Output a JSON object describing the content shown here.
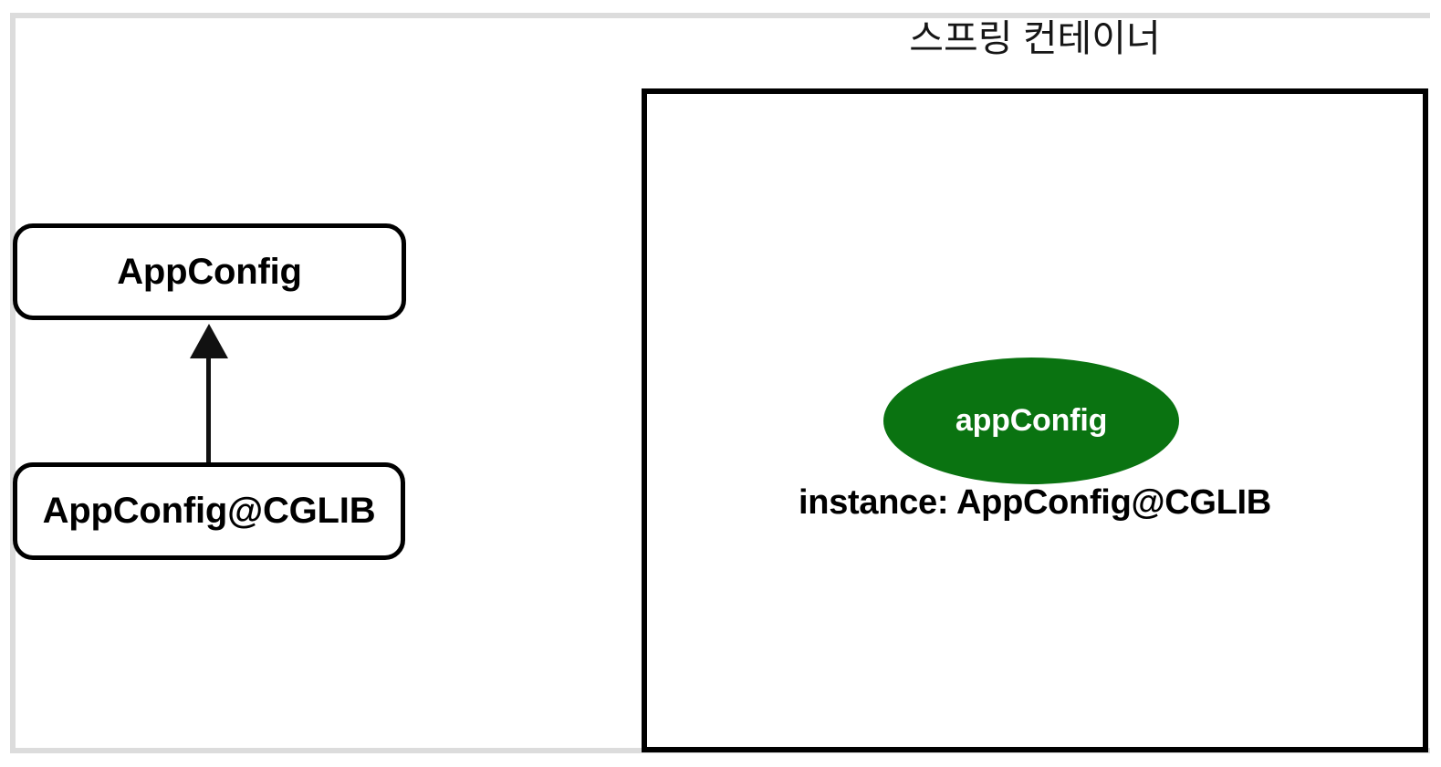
{
  "diagram": {
    "type": "uml-class-and-container-diagram",
    "background_color": "#ffffff",
    "frame": {
      "name": "page-frame",
      "color": "#dcdcdc"
    },
    "left_panel": {
      "name": "class-hierarchy",
      "boxes": [
        {
          "id": "appconfig",
          "label": "AppConfig",
          "shape": "rounded-rectangle",
          "border_color": "#000000",
          "fill_color": "#ffffff"
        },
        {
          "id": "appconfig-cglib",
          "label": "AppConfig@CGLIB",
          "shape": "rounded-rectangle",
          "border_color": "#000000",
          "fill_color": "#ffffff"
        }
      ],
      "edges": [
        {
          "id": "inheritance",
          "from": "appconfig-cglib",
          "to": "appconfig",
          "style": "solid-line-with-triangle-head",
          "color": "#111111"
        }
      ]
    },
    "right_panel": {
      "name": "spring-container",
      "title": "스프링 컨테이너",
      "border_color": "#000000",
      "bean": {
        "name": "appConfig",
        "shape": "ellipse",
        "fill_color": "#0a7311",
        "text_color": "#ffffff",
        "instance_label": "instance: AppConfig@CGLIB"
      }
    }
  }
}
